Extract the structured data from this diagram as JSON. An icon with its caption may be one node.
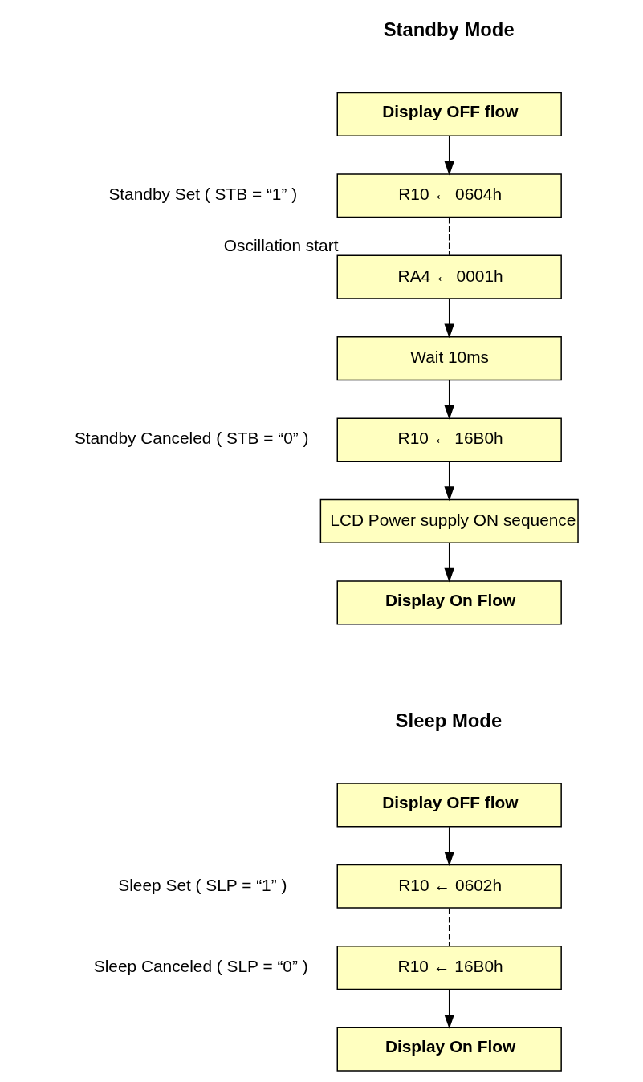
{
  "diagram": {
    "nodes": [
      {
        "text": [
          "Display OFF flow"
        ]
      },
      {
        "text": [
          "R10 ← 0604h"
        ]
      },
      {
        "text": [
          "RA4 ← 0001h"
        ],
        "beside": [
          "Oscillation start"
        ]
      },
      {
        "text": [
          "Wait 10ms"
        ]
      },
      {
        "text": [
          "R10 ← 16B0h"
        ]
      },
      {
        "text": [
          "LCD Power supply ON sequence"
        ]
      },
      {
        "text": [
          "Display On Flow"
        ]
      },
      {
        "text": [
          "Display OFF flow"
        ]
      },
      {
        "text": [
          "R10 ← 0602h"
        ]
      },
      {
        "text": [
          "R10 ← 16B0h"
        ]
      },
      {
        "text": [
          "Display On Flow"
        ]
      }
    ],
    "edges": [
      {
        "from": 0,
        "to": 1,
        "arrow": "to"
      },
      {
        "from": 1,
        "to": 2,
        "arrow": "none",
        "style": "dashed"
      },
      {
        "from": 2,
        "to": 3,
        "arrow": "to"
      },
      {
        "from": 3,
        "to": 4,
        "arrow": "to"
      },
      {
        "from": 4,
        "to": 5,
        "arrow": "to"
      },
      {
        "from": 5,
        "to": 6,
        "arrow": "to"
      },
      {
        "from": 7,
        "to": 8,
        "arrow": "to"
      },
      {
        "from": 8,
        "to": 9,
        "arrow": "none",
        "style": "dashed"
      },
      {
        "from": 9,
        "to": 10,
        "arrow": "to"
      }
    ],
    "labels": [
      "Standby Mode",
      "Standby Set ( STB = “1” )",
      "Standby Canceled ( STB = “0” )",
      "Sleep Mode",
      "Sleep Set ( SLP = “1” )",
      "Sleep Canceled ( SLP = “0” )"
    ]
  }
}
